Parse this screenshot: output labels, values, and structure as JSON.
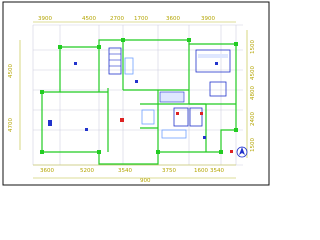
{
  "drawing": {
    "type": "CAD floor plan",
    "colors": {
      "background": "#ffffff",
      "frame": "#111111",
      "axis_grid": "#d0d0e0",
      "dimension_text": "#b3a400",
      "dimension_line": "#bdbd30",
      "walls": "#22cc22",
      "fixtures": "#2233cc",
      "room_blocks": "#6fa0ff",
      "accent_red": "#dd2222"
    },
    "top_dimensions": [
      "3900",
      "4500",
      "2700",
      "1700",
      "3600",
      "3900"
    ],
    "bottom_dimensions": [
      "3600",
      "5200",
      "3540",
      "3750",
      "1600",
      "3540"
    ],
    "bottom_total": "900",
    "left_dimensions": [
      "4500",
      "4700"
    ],
    "right_dimensions": [
      "1500",
      "4500",
      "4800",
      "2400",
      "1500"
    ]
  }
}
